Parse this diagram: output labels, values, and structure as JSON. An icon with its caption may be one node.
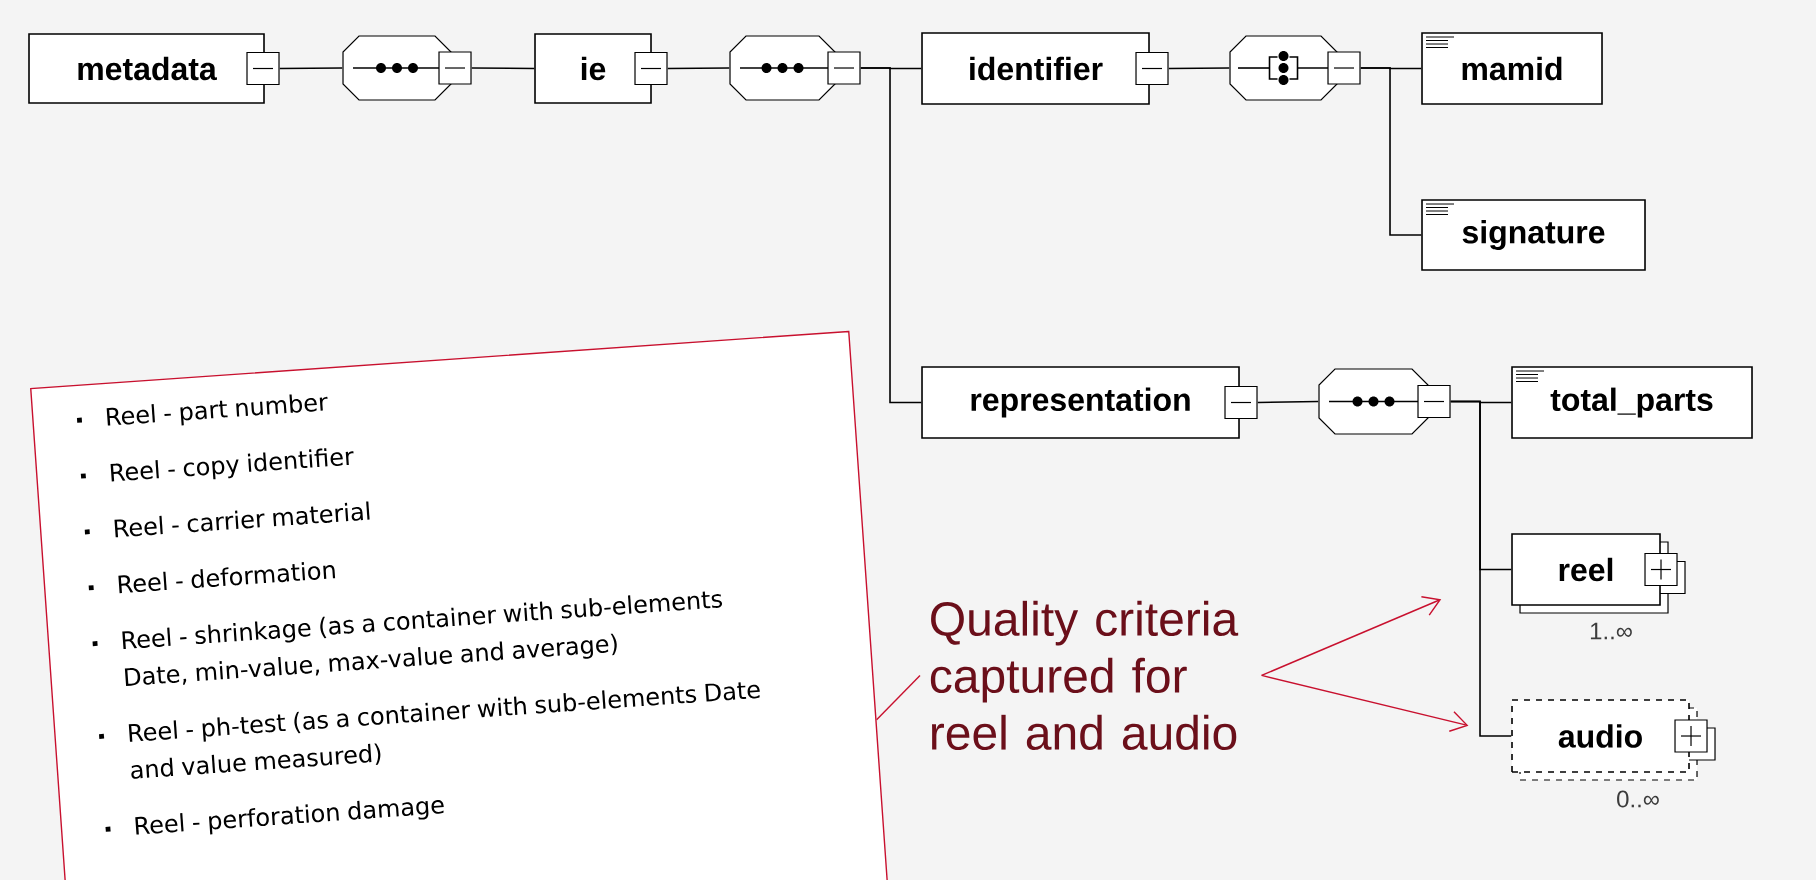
{
  "diagram": {
    "nodes": [
      {
        "text": [
          "metadata"
        ]
      },
      {
        "text": [],
        "shape": "octagon"
      },
      {
        "text": [
          "ie"
        ]
      },
      {
        "text": [],
        "shape": "octagon"
      },
      {
        "text": [
          "identifier"
        ]
      },
      {
        "text": [],
        "shape": "octagon"
      },
      {
        "text": [
          "mamid"
        ]
      },
      {
        "text": [
          "signature"
        ]
      },
      {
        "text": [
          "representation"
        ]
      },
      {
        "text": [],
        "shape": "octagon"
      },
      {
        "text": [
          "total_parts"
        ]
      },
      {
        "text": [
          "reel"
        ],
        "beside": [
          "1..∞"
        ]
      },
      {
        "text": [
          "audio"
        ],
        "beside": [
          "0..∞"
        ]
      },
      {
        "text": [
          "Reel - part number",
          "Reel - copy identifier",
          "Reel - carrier material",
          "Reel - deformation",
          "Reel - shrinkage (as a container with sub-elements Date, min-value, max-value and average)",
          "Reel - ph-test (as a container with sub-elements Date and value measured)",
          "Reel - perforation damage"
        ]
      },
      {
        "text": [
          "Quality criteria captured for reel and audio"
        ]
      }
    ],
    "edges": [
      {
        "from": 0,
        "to": 1,
        "arrow": "none"
      },
      {
        "from": 1,
        "to": 2,
        "arrow": "none"
      },
      {
        "from": 2,
        "to": 3,
        "arrow": "none"
      },
      {
        "from": 3,
        "to": 4,
        "arrow": "none"
      },
      {
        "from": 3,
        "to": 8,
        "arrow": "none"
      },
      {
        "from": 4,
        "to": 5,
        "arrow": "none"
      },
      {
        "from": 5,
        "to": 6,
        "arrow": "none"
      },
      {
        "from": 5,
        "to": 7,
        "arrow": "none"
      },
      {
        "from": 8,
        "to": 9,
        "arrow": "none"
      },
      {
        "from": 9,
        "to": 10,
        "arrow": "none"
      },
      {
        "from": 9,
        "to": 11,
        "arrow": "none"
      },
      {
        "from": 9,
        "to": 12,
        "arrow": "none"
      },
      {
        "from": 13,
        "to": 14,
        "arrow": "none",
        "color": "#c8102e"
      },
      {
        "from": 14,
        "to": 11,
        "arrow": "to",
        "color": "#c8102e"
      },
      {
        "from": 14,
        "to": 12,
        "arrow": "to",
        "color": "#c8102e"
      }
    ]
  }
}
